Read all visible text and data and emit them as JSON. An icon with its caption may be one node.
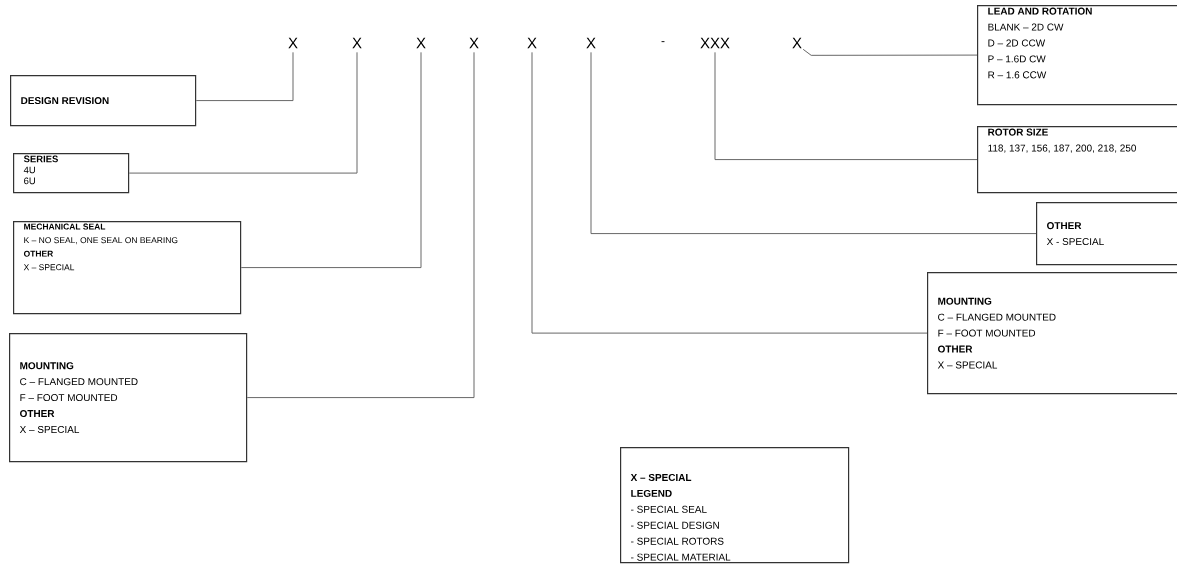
{
  "diagram": {
    "nodes": [
      {
        "text": [
          "X"
        ]
      },
      {
        "text": [
          "X"
        ]
      },
      {
        "text": [
          "X"
        ]
      },
      {
        "text": [
          "X"
        ]
      },
      {
        "text": [
          "X"
        ]
      },
      {
        "text": [
          "X"
        ]
      },
      {
        "text": [
          "XXX"
        ]
      },
      {
        "text": [
          "X"
        ]
      },
      {
        "text": [
          "DESIGN REVISION"
        ]
      },
      {
        "text": [
          "SERIES",
          "4U",
          "6U"
        ]
      },
      {
        "text": [
          "MECHANICAL SEAL",
          "K – NO SEAL, ONE SEAL ON BEARING",
          "OTHER",
          "X – SPECIAL"
        ]
      },
      {
        "text": [
          "MOUNTING",
          "C – FLANGED MOUNTED",
          "F – FOOT MOUNTED",
          "OTHER",
          "X – SPECIAL"
        ]
      },
      {
        "text": [
          "LEAD AND ROTATION",
          "BLANK – 2D CW",
          "D – 2D CCW",
          "P – 1.6D CW",
          "R – 1.6 CCW"
        ]
      },
      {
        "text": [
          "ROTOR SIZE",
          "118, 137, 156, 187, 200, 218, 250"
        ]
      },
      {
        "text": [
          "OTHER",
          "X - SPECIAL"
        ]
      },
      {
        "text": [
          "MOUNTING",
          "C – FLANGED MOUNTED",
          "F – FOOT MOUNTED",
          "OTHER",
          "X – SPECIAL"
        ]
      },
      {
        "text": [
          "X – SPECIAL",
          "LEGEND",
          "- SPECIAL SEAL",
          "- SPECIAL DESIGN",
          "- SPECIAL ROTORS",
          "- SPECIAL MATERIAL"
        ]
      }
    ],
    "edges": [
      {
        "from": 8,
        "to": 0,
        "arrow": "none"
      },
      {
        "from": 9,
        "to": 1,
        "arrow": "none"
      },
      {
        "from": 10,
        "to": 2,
        "arrow": "none"
      },
      {
        "from": 11,
        "to": 3,
        "arrow": "none"
      },
      {
        "from": 15,
        "to": 4,
        "arrow": "none"
      },
      {
        "from": 14,
        "to": 5,
        "arrow": "none"
      },
      {
        "from": 13,
        "to": 6,
        "arrow": "none"
      },
      {
        "from": 12,
        "to": 7,
        "arrow": "none"
      }
    ],
    "labels": [
      "-"
    ]
  }
}
